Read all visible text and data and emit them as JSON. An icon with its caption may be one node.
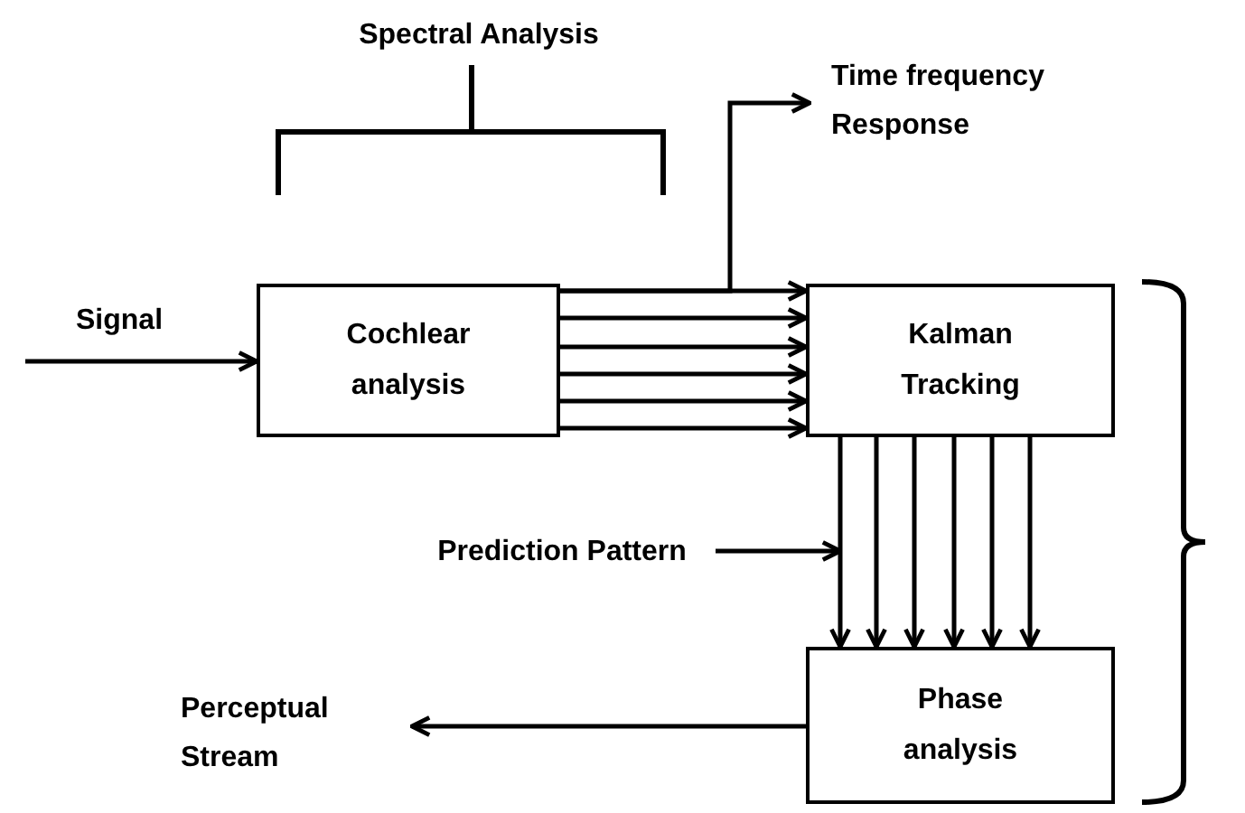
{
  "diagram": {
    "nodes": [
      {
        "text": [
          "Cochlear analysis"
        ]
      },
      {
        "text": [
          "Kalman Tracking"
        ]
      },
      {
        "text": [
          "Phase analysis"
        ]
      },
      {
        "text": [
          "Time frequency Response"
        ]
      },
      {
        "text": [
          "Prediction Pattern"
        ]
      },
      {
        "text": [
          "Perceptual Stream"
        ]
      }
    ],
    "edges": [
      {
        "from": null,
        "to": 0,
        "arrow": "to",
        "label": "Signal"
      },
      {
        "from": 0,
        "to": 1,
        "arrow": "to"
      },
      {
        "from": 0,
        "to": 1,
        "arrow": "to"
      },
      {
        "from": 0,
        "to": 1,
        "arrow": "to"
      },
      {
        "from": 0,
        "to": 1,
        "arrow": "to"
      },
      {
        "from": 0,
        "to": 1,
        "arrow": "to"
      },
      {
        "from": 0,
        "to": 1,
        "arrow": "to"
      },
      {
        "from": 0,
        "to": 3,
        "arrow": "to"
      },
      {
        "from": 1,
        "to": 2,
        "arrow": "to"
      },
      {
        "from": 1,
        "to": 2,
        "arrow": "to"
      },
      {
        "from": 1,
        "to": 2,
        "arrow": "to"
      },
      {
        "from": 1,
        "to": 2,
        "arrow": "to"
      },
      {
        "from": 1,
        "to": 2,
        "arrow": "to"
      },
      {
        "from": 1,
        "to": 2,
        "arrow": "to"
      },
      {
        "from": 4,
        "to": null,
        "arrow": "to"
      },
      {
        "from": 2,
        "to": 5,
        "arrow": "to"
      }
    ],
    "labels": [
      "Spectral Analysis"
    ]
  }
}
